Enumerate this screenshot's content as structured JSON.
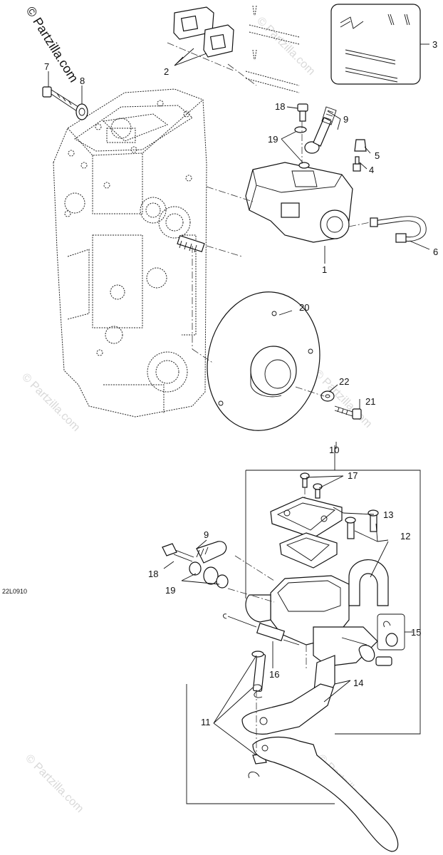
{
  "diagram": {
    "watermark_main": "© Partzilla.com",
    "watermark_faint": "© Partzilla.com",
    "drawing_ref": "22L0910",
    "callouts": [
      {
        "id": "c1",
        "label": "1"
      },
      {
        "id": "c2",
        "label": "2"
      },
      {
        "id": "c3",
        "label": "3"
      },
      {
        "id": "c4",
        "label": "4"
      },
      {
        "id": "c5",
        "label": "5"
      },
      {
        "id": "c6",
        "label": "6"
      },
      {
        "id": "c7",
        "label": "7"
      },
      {
        "id": "c8",
        "label": "8"
      },
      {
        "id": "c9a",
        "label": "9"
      },
      {
        "id": "c9b",
        "label": "9"
      },
      {
        "id": "c10",
        "label": "10"
      },
      {
        "id": "c11",
        "label": "11"
      },
      {
        "id": "c12",
        "label": "12"
      },
      {
        "id": "c13",
        "label": "13"
      },
      {
        "id": "c14",
        "label": "14"
      },
      {
        "id": "c15",
        "label": "15"
      },
      {
        "id": "c16",
        "label": "16"
      },
      {
        "id": "c17",
        "label": "17"
      },
      {
        "id": "c18a",
        "label": "18"
      },
      {
        "id": "c18b",
        "label": "18"
      },
      {
        "id": "c19a",
        "label": "19"
      },
      {
        "id": "c19b",
        "label": "19"
      },
      {
        "id": "c20",
        "label": "20"
      },
      {
        "id": "c21",
        "label": "21"
      },
      {
        "id": "c22",
        "label": "22"
      }
    ]
  }
}
